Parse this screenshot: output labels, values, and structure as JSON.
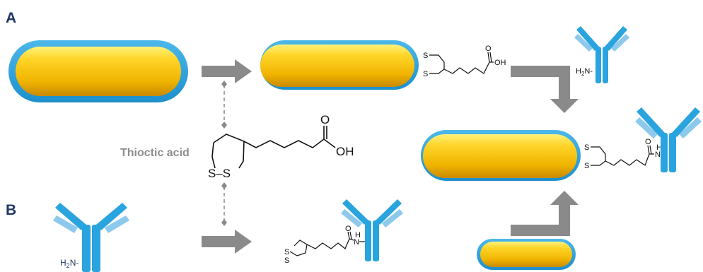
{
  "panels": {
    "a_label": "A",
    "b_label": "B"
  },
  "reagent": {
    "name": "Thioctic acid",
    "ring_sulfur_label": "S–S",
    "carbonyl_oxygen": "O",
    "hydroxyl": "OH"
  },
  "chem_labels": {
    "sulfur": "S",
    "hydroxyl": "OH",
    "oxygen": "O",
    "amide_nh": "N",
    "amide_h": "H",
    "ring_ss": "S–S",
    "amine_group": "H2N-",
    "amine_h": "H",
    "amine_sub": "2",
    "amine_n": "N-"
  },
  "colors": {
    "rod_gold_light": "#ffdf3a",
    "rod_gold_dark": "#c98a00",
    "shell_blue": "#2aa4de",
    "antibody_blue": "#2aa4de",
    "antibody_light_blue": "#8cc9ec",
    "arrow_gray": "#8a8a8a",
    "dashed_gray": "#8a8a8a",
    "label_navy": "#1f3864"
  },
  "icons": {
    "gold_nanorod": "gold-nanorod-icon",
    "antibody": "antibody-icon",
    "reaction_arrow": "arrow-icon"
  }
}
